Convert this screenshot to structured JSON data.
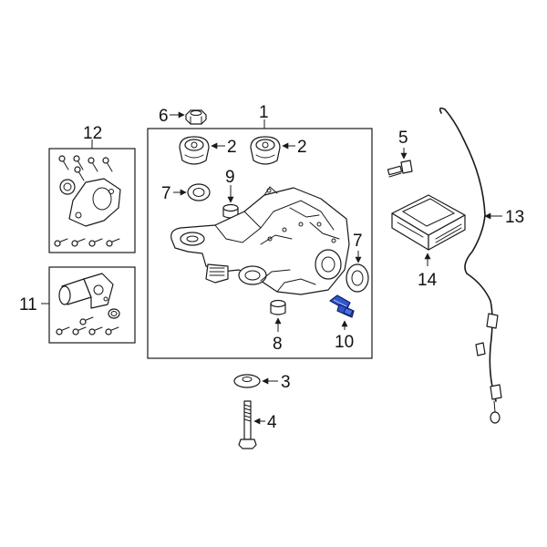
{
  "diagram": {
    "callouts": {
      "c1": "1",
      "c2a": "2",
      "c2b": "2",
      "c3": "3",
      "c4": "4",
      "c5": "5",
      "c6": "6",
      "c7a": "7",
      "c7b": "7",
      "c8": "8",
      "c9": "9",
      "c10": "10",
      "c11": "11",
      "c12": "12",
      "c13": "13",
      "c14": "14"
    },
    "highlighted_part": "10",
    "colors": {
      "line": "#1a1a1a",
      "highlight": "#2f56c9",
      "background": "#ffffff"
    }
  }
}
